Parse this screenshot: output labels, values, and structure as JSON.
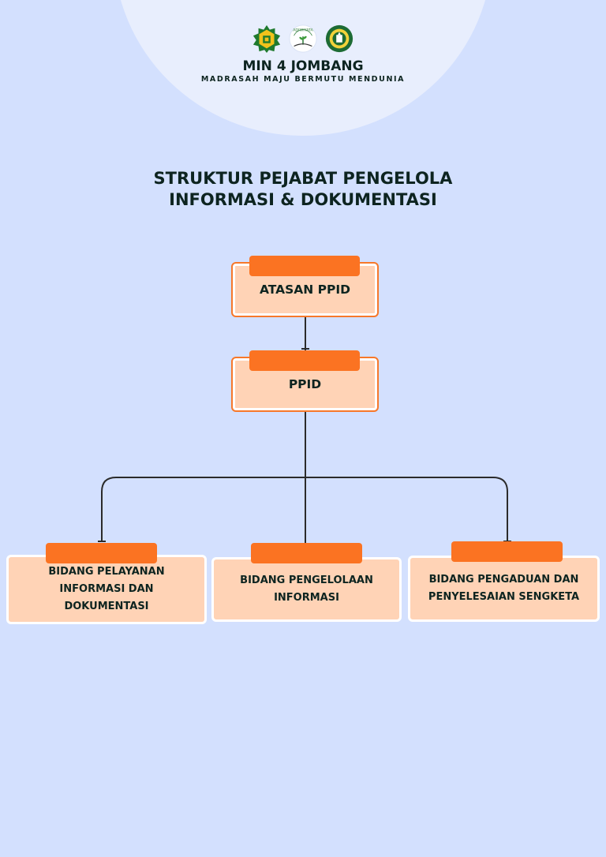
{
  "header": {
    "school_name": "MIN 4 JOMBANG",
    "motto": "MADRASAH MAJU BERMUTU MENDUNIA",
    "logos": [
      "kemenag-logo",
      "adiwiyata-logo",
      "school-emblem-logo"
    ],
    "adiwiyata_text": "ADIWIYATA"
  },
  "title": {
    "line1": "STRUKTUR PEJABAT PENGELOLA",
    "line2": "INFORMASI & DOKUMENTASI"
  },
  "org_chart": {
    "root": {
      "label": "ATASAN PPID"
    },
    "level2": {
      "label": "PPID"
    },
    "departments": [
      {
        "lines": [
          "BIDANG PELAYANAN",
          "INFORMASI DAN",
          "DOKUMENTASI"
        ]
      },
      {
        "lines": [
          "BIDANG PENGELOLAAN",
          "INFORMASI"
        ]
      },
      {
        "lines": [
          "BIDANG PENGADUAN DAN",
          "PENYELESAIAN SENGKETA"
        ]
      }
    ]
  },
  "colors": {
    "background": "#d3e0fe",
    "node_fill": "#ffd3b6",
    "accent_orange": "#fb7322",
    "text_dark": "#0d2420"
  }
}
